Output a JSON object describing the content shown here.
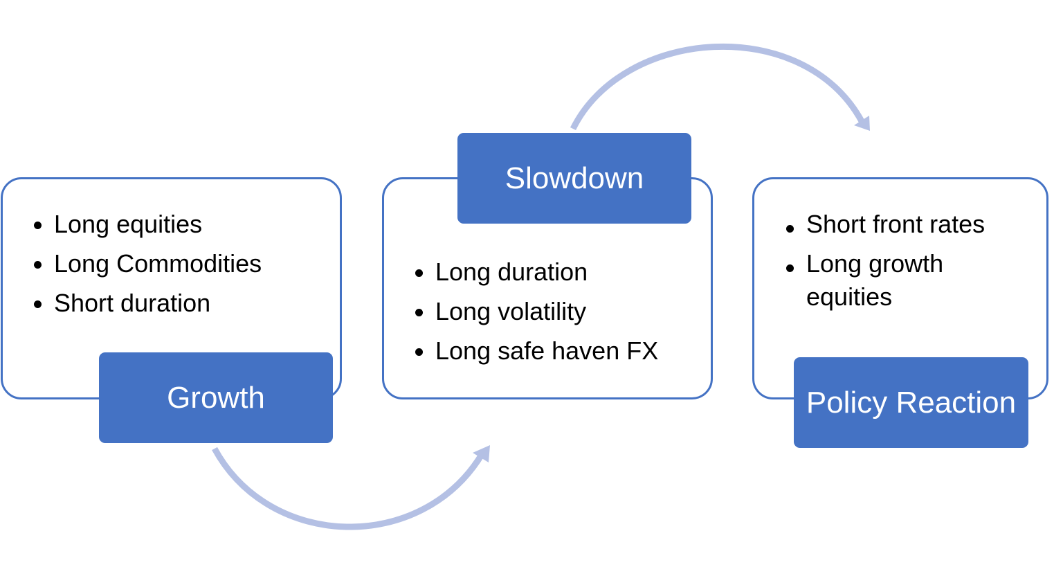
{
  "colors": {
    "box_border": "#4472c4",
    "label_fill": "#4472c4",
    "label_text": "#ffffff",
    "arrow": "#b4c0e4",
    "bullet_text": "#000000"
  },
  "stages": [
    {
      "label": "Growth",
      "items": [
        "Long equities",
        "Long Commodities",
        "Short duration"
      ]
    },
    {
      "label": "Slowdown",
      "items": [
        "Long duration",
        "Long volatility",
        "Long safe haven FX"
      ]
    },
    {
      "label": "Policy Reaction",
      "items": [
        "Short front rates",
        "Long growth equities"
      ]
    }
  ]
}
